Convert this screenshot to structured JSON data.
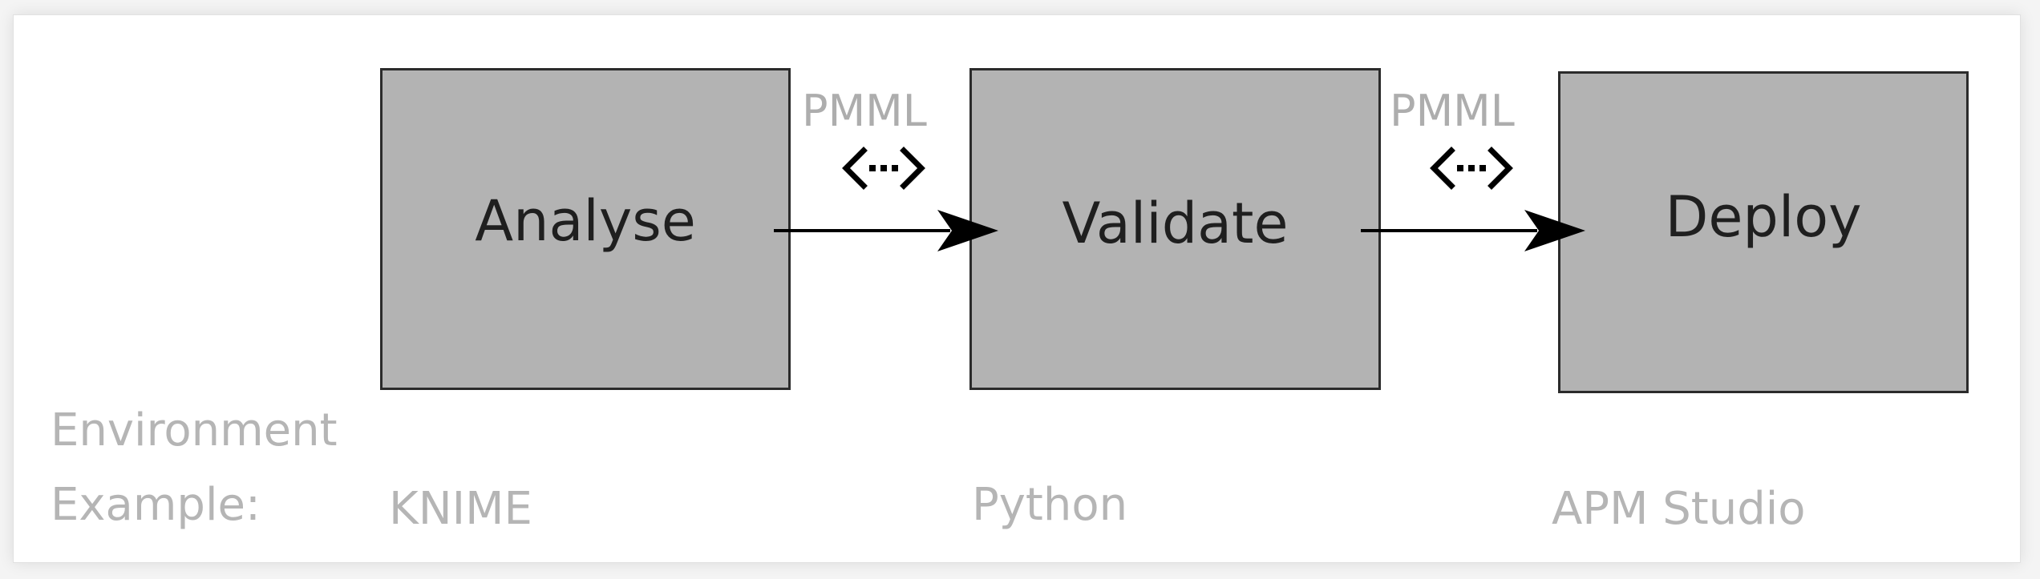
{
  "colors": {
    "box_fill": "#b3b3b3",
    "box_border": "#2b2b2b",
    "muted_text": "#b5b5b5",
    "arrow": "#000000"
  },
  "stages": [
    {
      "label": "Analyse",
      "tool": "KNIME"
    },
    {
      "label": "Validate",
      "tool": "Python"
    },
    {
      "label": "Deploy",
      "tool": "APM Studio"
    }
  ],
  "connectors": [
    {
      "label": "PMML",
      "icon": "code-exchange-icon"
    },
    {
      "label": "PMML",
      "icon": "code-exchange-icon"
    }
  ],
  "environment": {
    "line1": "Environment",
    "line2": "Example:"
  }
}
